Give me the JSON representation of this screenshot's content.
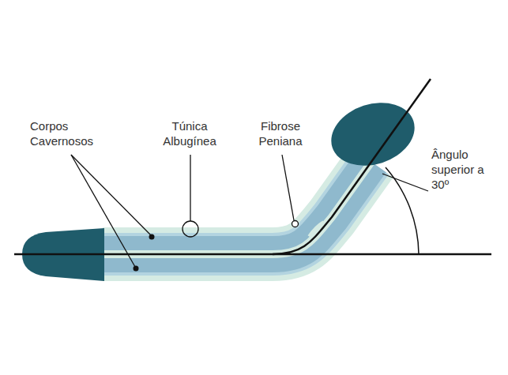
{
  "diagram": {
    "labels": [
      "Corpos Cavernosos",
      "Túnica Albugínea",
      "Fibrose Peniana",
      "Ângulo superior a 30º"
    ]
  }
}
